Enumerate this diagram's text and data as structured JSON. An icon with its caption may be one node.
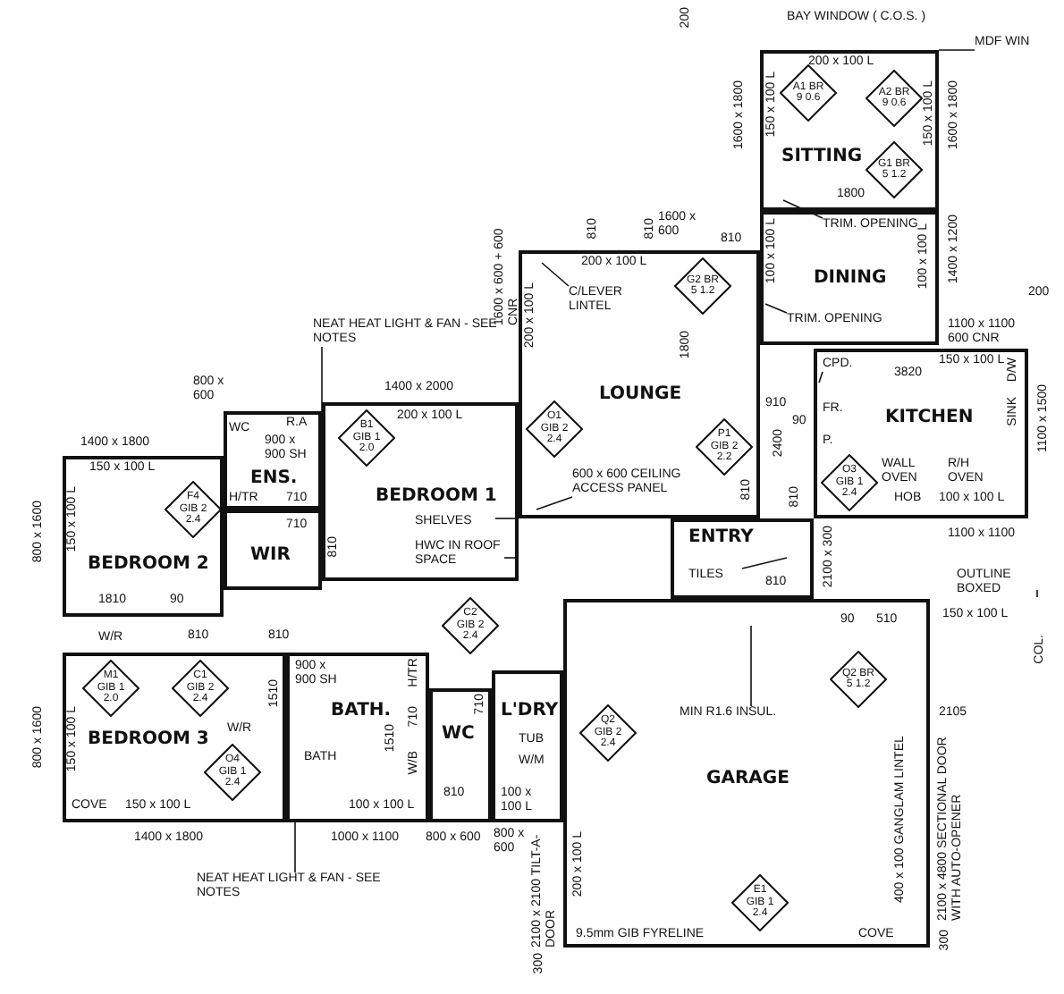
{
  "diagram": {
    "nodes": [
      {
        "text": [
          "SITTING"
        ]
      },
      {
        "text": [
          "DINING"
        ]
      },
      {
        "text": [
          "LOUNGE"
        ]
      },
      {
        "text": [
          "KITCHEN"
        ]
      },
      {
        "text": [
          "ENTRY"
        ]
      },
      {
        "text": [
          "BEDROOM 1"
        ]
      },
      {
        "text": [
          "ENS."
        ]
      },
      {
        "text": [
          "WIR"
        ]
      },
      {
        "text": [
          "BEDROOM 2"
        ]
      },
      {
        "text": [
          "BEDROOM 3"
        ]
      },
      {
        "text": [
          "BATH."
        ]
      },
      {
        "text": [
          "WC"
        ]
      },
      {
        "text": [
          "L'DRY"
        ]
      },
      {
        "text": [
          "GARAGE"
        ]
      },
      {
        "text": [
          "A1 BR 9 0.6"
        ],
        "in": 0
      },
      {
        "text": [
          "A2 BR 9 0.6"
        ],
        "in": 0
      },
      {
        "text": [
          "G1 BR 5 1.2"
        ],
        "in": 0
      },
      {
        "text": [
          "G2 BR 5 1.2"
        ],
        "in": 2
      },
      {
        "text": [
          "P1 GIB 2 2.2"
        ],
        "in": 2
      },
      {
        "text": [
          "O1 GIB 2 2.4"
        ],
        "in": 2
      },
      {
        "text": [
          "O3 GIB 1 2.4"
        ],
        "in": 3
      },
      {
        "text": [
          "B1 GIB 1 2.0"
        ],
        "in": 5
      },
      {
        "text": [
          "F4 GIB 2 2.4"
        ],
        "in": 8
      },
      {
        "text": [
          "C2 GIB 2 2.4"
        ]
      },
      {
        "text": [
          "M1 GIB 1 2.0"
        ],
        "in": 9
      },
      {
        "text": [
          "C1 GIB 2 2.4"
        ],
        "in": 9
      },
      {
        "text": [
          "O4 GIB 1 2.4"
        ],
        "in": 9
      },
      {
        "text": [
          "Q2 GIB 2 2.4"
        ],
        "in": 13
      },
      {
        "text": [
          "Q2 BR 5 1.2"
        ],
        "in": 13
      },
      {
        "text": [
          "E1 GIB 1 2.4"
        ],
        "in": 13
      },
      {
        "text": [
          "NEAT HEAT LIGHT & FAN - SEE NOTES"
        ]
      },
      {
        "text": [
          "NEAT HEAT LIGHT & FAN - SEE NOTES"
        ]
      },
      {
        "text": [
          "TRIM. OPENING"
        ],
        "in": 1
      },
      {
        "text": [
          "TRIM. OPENING"
        ],
        "in": 1
      },
      {
        "text": [
          "C/LEVER LINTEL"
        ],
        "in": 2
      },
      {
        "text": [
          "600 x 600 CEILING ACCESS PANEL"
        ],
        "in": 2
      },
      {
        "text": [
          "SHELVES"
        ],
        "in": 5
      },
      {
        "text": [
          "HWC IN ROOF SPACE"
        ],
        "in": 5
      },
      {
        "text": [
          "MIN R1.6 INSUL."
        ],
        "in": 13
      },
      {
        "text": [
          "TILES"
        ],
        "in": 4
      },
      {
        "text": [
          "CPD."
        ],
        "in": 3
      },
      {
        "text": [
          "MDF WIN"
        ]
      },
      {
        "text": [
          "OUTLINE BOXED"
        ]
      }
    ],
    "edges": [
      {
        "from": 30,
        "to": 6,
        "arrow": "none"
      },
      {
        "from": 31,
        "to": 10,
        "arrow": "none"
      },
      {
        "from": 32,
        "to": null,
        "arrow": "none"
      },
      {
        "from": 33,
        "to": null,
        "arrow": "none"
      },
      {
        "from": 34,
        "to": null,
        "arrow": "none"
      },
      {
        "from": 35,
        "to": null,
        "arrow": "none"
      },
      {
        "from": 36,
        "to": null,
        "arrow": "none"
      },
      {
        "from": 37,
        "to": null,
        "arrow": "none"
      },
      {
        "from": 38,
        "to": null,
        "arrow": "none"
      },
      {
        "from": 39,
        "to": null,
        "arrow": "none"
      },
      {
        "from": 40,
        "to": null,
        "arrow": "none"
      },
      {
        "from": 41,
        "to": 0,
        "arrow": "none"
      },
      {
        "from": 42,
        "to": null,
        "arrow": "none"
      }
    ],
    "labels": [
      "BAY WINDOW ( C.O.S. )",
      "200",
      "200 x 100 L",
      "1600 x 1800",
      "150 x 100 L",
      "150 x 100 L",
      "1600 x 1800",
      "1800",
      "810",
      "810",
      "1600 x 600",
      "810",
      "100 x 100 L",
      "100 x 100 L",
      "1400 x 1200",
      "1600 x 600 + 600 CNR",
      "200 x 100 L",
      "200 x 100 L",
      "1800",
      "1100 x 1100 600 CNR",
      "200",
      "150 x 100 L",
      "910",
      "90",
      "3820",
      "FR.",
      "P.",
      "D/W",
      "SINK",
      "WALL OVEN",
      "R/H OVEN",
      "HOB",
      "100 x 100 L",
      "1100 x 1500",
      "2400",
      "810",
      "810",
      "1100 x 1100",
      "2100 x 300",
      "810",
      "150 x 100 L",
      "COL.",
      "2105",
      "90",
      "510",
      "400 x 100 GANGLAM LINTEL",
      "2100 x 4800 SECTIONAL DOOR WITH AUTO-OPENER",
      "9.5mm GIB FYRELINE",
      "COVE",
      "300",
      "300",
      "2100 x 2100 TILT-A-DOOR",
      "200 x 100 L",
      "800 x 600",
      "TUB",
      "W/M",
      "100 x 100 L",
      "900 x 900 SH",
      "1510",
      "W/R",
      "BATH",
      "1510",
      "H/TR",
      "710",
      "W/B",
      "100 x 100 L",
      "710",
      "810",
      "1000 x 1100",
      "800 x 600",
      "COVE",
      "150 x 100 L",
      "800 x 1600",
      "150 x 100 L",
      "1400 x 1800",
      "1400 x 1800",
      "150 x 100 L",
      "800 x 1600",
      "150 x 100 L",
      "1810",
      "90",
      "W/R",
      "810",
      "800 x 600",
      "1400 x 2000",
      "200 x 100 L",
      "R.A",
      "900 x 900 SH",
      "WC",
      "H/TR",
      "710",
      "710",
      "810",
      "810"
    ]
  }
}
